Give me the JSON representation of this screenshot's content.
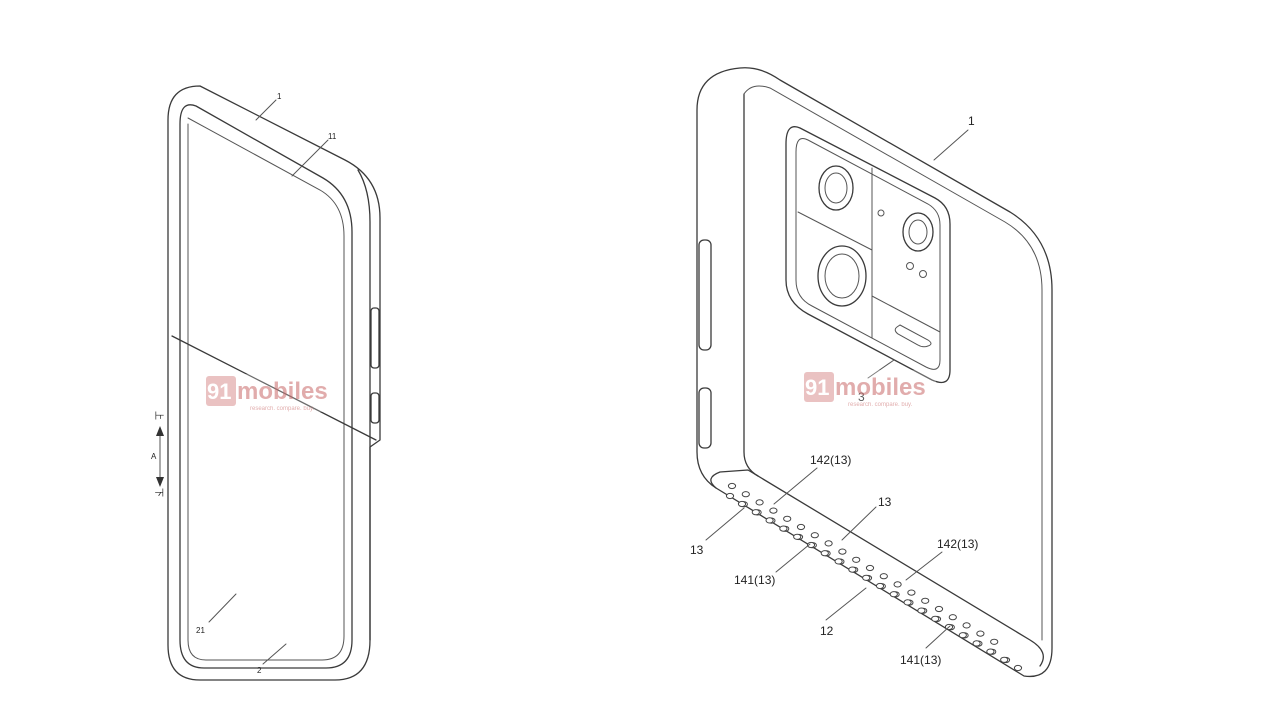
{
  "front_view": {
    "labels": {
      "housing": "1",
      "upper_screen": "11",
      "lower_screen": "21",
      "lower_housing": "2"
    },
    "direction": {
      "up": "上",
      "axis": "A",
      "down": "下"
    }
  },
  "rear_view": {
    "labels": {
      "housing": "1",
      "camera_module": "3",
      "bottom_surface": "12",
      "holes_top_left": "142(13)",
      "holes_left": "13",
      "holes_center": "13",
      "holes_right": "142(13)",
      "holes_lower_left": "141(13)",
      "holes_lower_right": "141(13)"
    }
  },
  "watermark": {
    "number": "91",
    "word": "mobiles",
    "tagline": "research. compare. buy."
  },
  "colors": {
    "line": "#3a3a3a",
    "watermark": "#c96a6a",
    "background": "#ffffff"
  }
}
